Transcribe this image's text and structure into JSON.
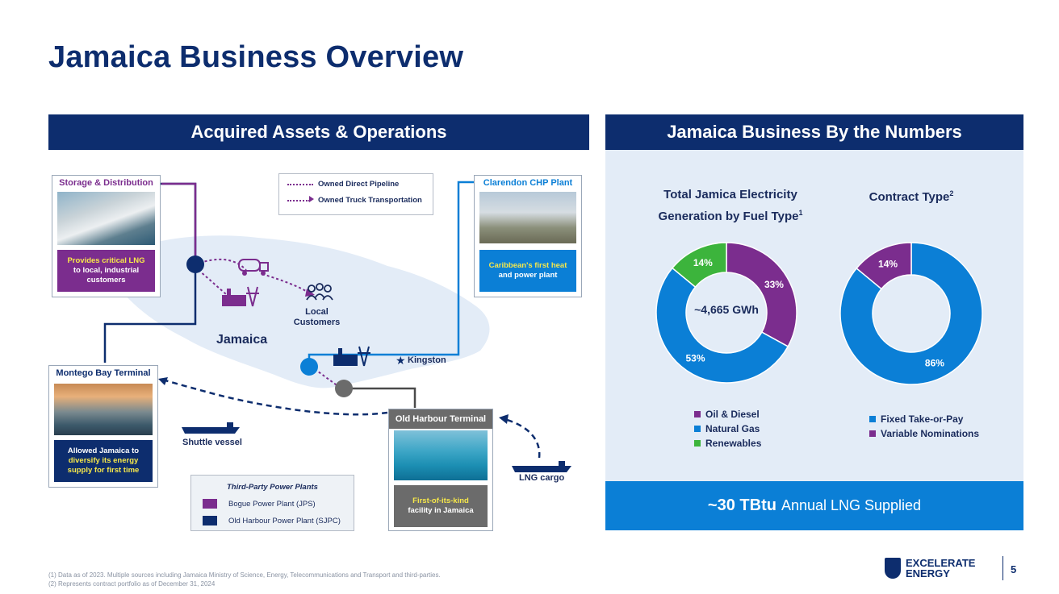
{
  "page_title": "Jamaica Business Overview",
  "left_banner": "Acquired Assets & Operations",
  "right_banner": "Jamaica Business By the Numbers",
  "map_legend": {
    "pipeline": "Owned Direct Pipeline",
    "truck": "Owned Truck Transportation"
  },
  "cards": {
    "storage": {
      "title": "Storage & Distribution",
      "line1": "Provides critical LNG",
      "line2": "to local, industrial",
      "line3": "customers"
    },
    "clarendon": {
      "title": "Clarendon CHP Plant",
      "line1": "Caribbean's first heat",
      "line2": "and power plant"
    },
    "montego": {
      "title": "Montego Bay Terminal",
      "line1": "Allowed Jamaica to",
      "line2": "diversify its energy",
      "line3": "supply for first time"
    },
    "old_harbour": {
      "title": "Old Harbour Terminal",
      "line1": "First-of-its-kind",
      "line2": "facility in Jamaica"
    }
  },
  "map_labels": {
    "jamaica": "Jamaica",
    "local_customers": "Local Customers",
    "kingston": "Kingston",
    "shuttle": "Shuttle vessel",
    "lng_cargo": "LNG cargo"
  },
  "third_party": {
    "title": "Third-Party Power Plants",
    "items": [
      "Bogue Power Plant (JPS)",
      "Old Harbour Power Plant (SJPC)"
    ]
  },
  "chart_data": [
    {
      "type": "pie",
      "title": "Total Jamica Electricity Generation by Fuel Type",
      "title_superscript": "1",
      "center_label": "~4,665 GWh",
      "categories": [
        "Oil & Diesel",
        "Natural Gas",
        "Renewables"
      ],
      "values": [
        33,
        53,
        14
      ],
      "value_labels": [
        "33%",
        "53%",
        "14%"
      ],
      "colors": [
        "#7b2d8e",
        "#0b7fd6",
        "#3cb43c"
      ]
    },
    {
      "type": "pie",
      "title": "Contract Type",
      "title_superscript": "2",
      "categories": [
        "Fixed Take-or-Pay",
        "Variable Nominations"
      ],
      "values": [
        86,
        14
      ],
      "value_labels": [
        "86%",
        "14%"
      ],
      "colors": [
        "#0b7fd6",
        "#7b2d8e"
      ]
    }
  ],
  "bottom_stat": {
    "value": "~30 TBtu",
    "label": "Annual LNG Supplied"
  },
  "footnotes": [
    "(1)    Data as of 2023. Multiple sources including Jamaica Ministry of Science, Energy, Telecommunications and Transport and third-parties.",
    "(2)    Represents contract portfolio as of December 31, 2024"
  ],
  "logo": {
    "line1": "EXCELERATE",
    "line2": "ENERGY"
  },
  "page_number": "5",
  "colors": {
    "navy": "#0d2d6e",
    "purple": "#7b2d8e",
    "blue": "#0b7fd6",
    "green": "#3cb43c"
  }
}
